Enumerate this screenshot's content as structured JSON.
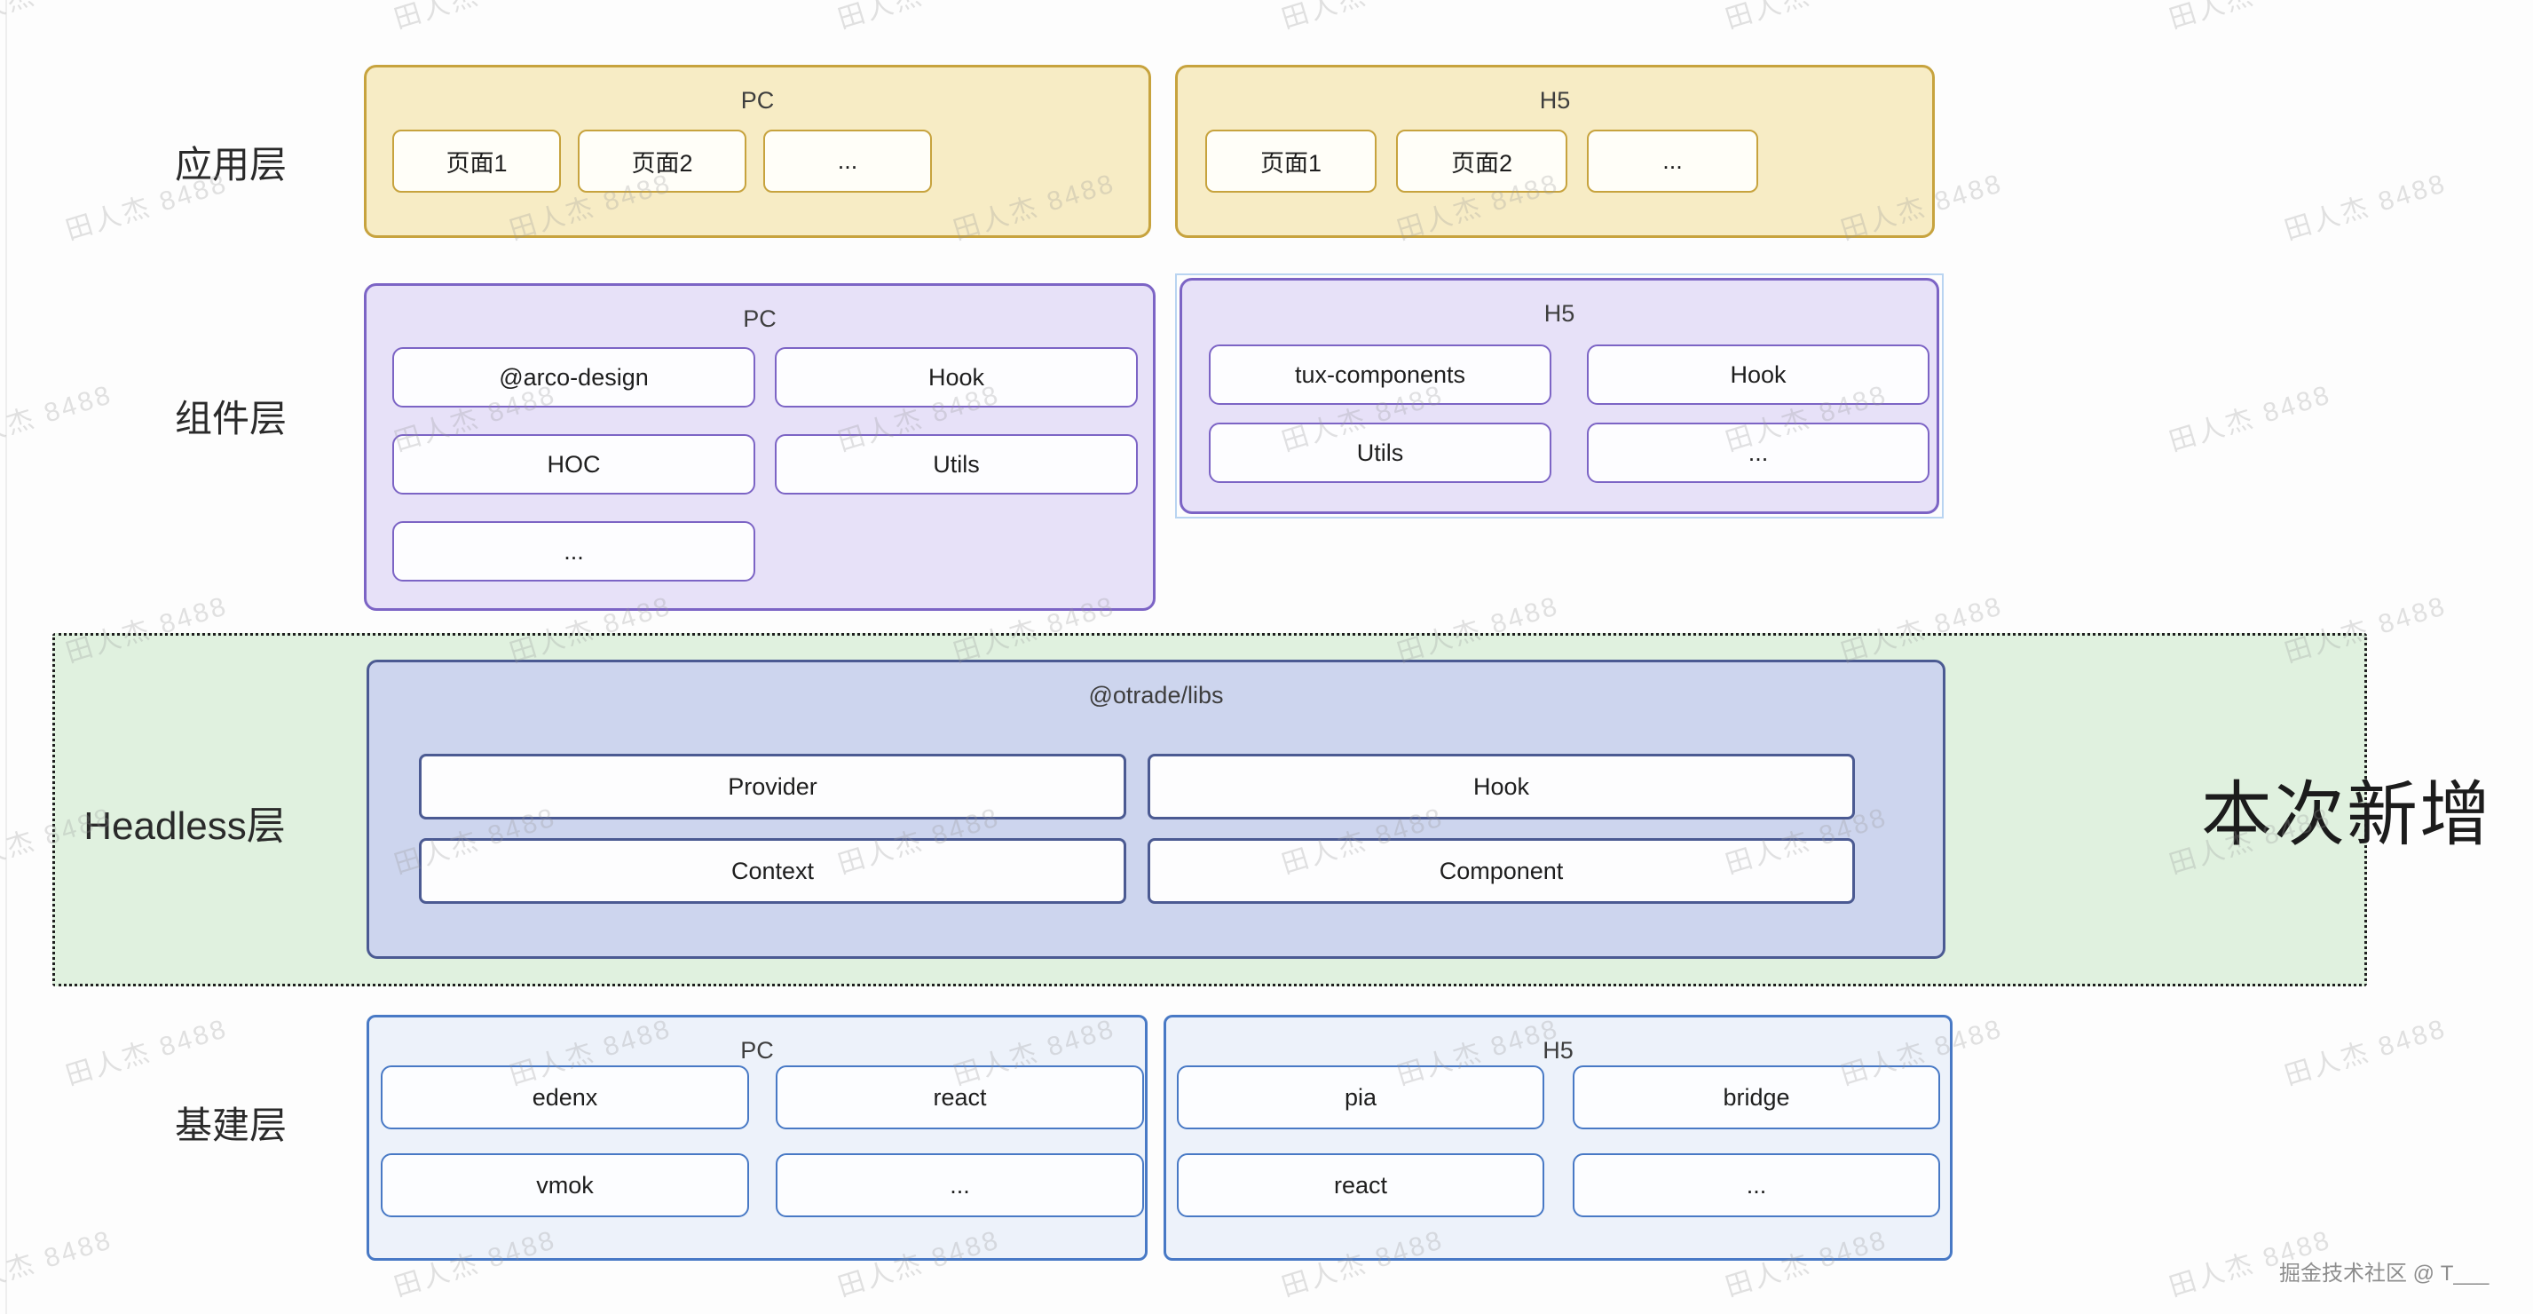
{
  "watermark": {
    "text": "田人杰 8488"
  },
  "annotation": {
    "new_badge": "本次新增"
  },
  "attribution": {
    "text": "掘金技术社区 @ T___"
  },
  "palette": {
    "app_border": "#c7a33e",
    "app_fill": "#f7ecc5",
    "component_border": "#7c64c5",
    "component_fill": "#e7e1f8",
    "headless_box_border": "#4b5a92",
    "headless_box_fill": "#cdd5ee",
    "headless_region_fill": "#e0f1df",
    "infra_border": "#4879c5",
    "infra_fill": "#edf2fa",
    "selection_outline": "#b9d4f1"
  },
  "layers": [
    {
      "label": "应用层",
      "groups": [
        {
          "title": "PC",
          "items": [
            "页面1",
            "页面2",
            "..."
          ]
        },
        {
          "title": "H5",
          "items": [
            "页面1",
            "页面2",
            "..."
          ]
        }
      ]
    },
    {
      "label": "组件层",
      "groups": [
        {
          "title": "PC",
          "items": [
            "@arco-design",
            "Hook",
            "HOC",
            "Utils",
            "..."
          ]
        },
        {
          "title": "H5",
          "selected": true,
          "items": [
            "tux-components",
            "Hook",
            "Utils",
            "..."
          ]
        }
      ]
    },
    {
      "label": "Headless层",
      "groups": [
        {
          "title": "@otrade/libs",
          "items": [
            "Provider",
            "Hook",
            "Context",
            "Component"
          ]
        }
      ]
    },
    {
      "label": "基建层",
      "groups": [
        {
          "title": "PC",
          "items": [
            "edenx",
            "react",
            "vmok",
            "..."
          ]
        },
        {
          "title": "H5",
          "items": [
            "pia",
            "bridge",
            "react",
            "..."
          ]
        }
      ]
    }
  ]
}
